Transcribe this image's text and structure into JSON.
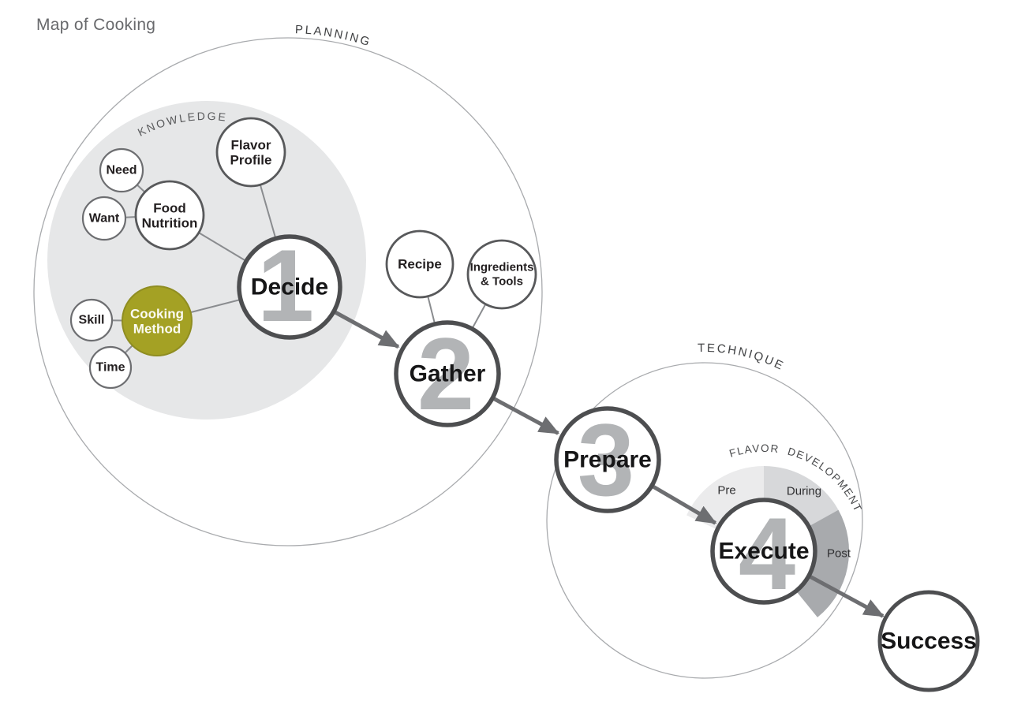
{
  "title": "Map of Cooking",
  "regions": {
    "planning": {
      "label": "PLANNING"
    },
    "knowledge": {
      "label": "KNOWLEDGE"
    },
    "technique": {
      "label": "TECHNIQUE"
    },
    "flavor_development": {
      "label": "FLAVOR DEVELOPMENT"
    }
  },
  "steps": {
    "decide": {
      "number": "1",
      "label": "Decide"
    },
    "gather": {
      "number": "2",
      "label": "Gather"
    },
    "prepare": {
      "number": "3",
      "label": "Prepare"
    },
    "execute": {
      "number": "4",
      "label": "Execute"
    }
  },
  "outcome": {
    "label": "Success"
  },
  "nodes": {
    "need": {
      "lines": [
        "Need"
      ]
    },
    "want": {
      "lines": [
        "Want"
      ]
    },
    "food_nutrition": {
      "lines": [
        "Food",
        "Nutrition"
      ]
    },
    "flavor_profile": {
      "lines": [
        "Flavor",
        "Profile"
      ]
    },
    "skill": {
      "lines": [
        "Skill"
      ]
    },
    "cooking_method": {
      "lines": [
        "Cooking",
        "Method"
      ]
    },
    "time": {
      "lines": [
        "Time"
      ]
    },
    "recipe": {
      "lines": [
        "Recipe"
      ]
    },
    "ingredients_tools": {
      "lines": [
        "Ingredients",
        "& Tools"
      ]
    }
  },
  "flavor_phases": {
    "pre": {
      "label": "Pre"
    },
    "during": {
      "label": "During"
    },
    "post": {
      "label": "Post"
    }
  },
  "colors": {
    "title_gray": "#68696c",
    "knowledge_fill": "#e6e7e8",
    "method_fill": "#a4a124",
    "method_stroke": "#8f8d21",
    "ring_pre": "#ebebec",
    "ring_during": "#d7d8da",
    "ring_post": "#a8aaad",
    "arrow_gray": "#6d6e71",
    "step_border": "#4d4e50",
    "number_gray": "#b2b4b6",
    "thin_circle_gray": "#a8aaad",
    "connector_gray": "#8a8c8f"
  }
}
